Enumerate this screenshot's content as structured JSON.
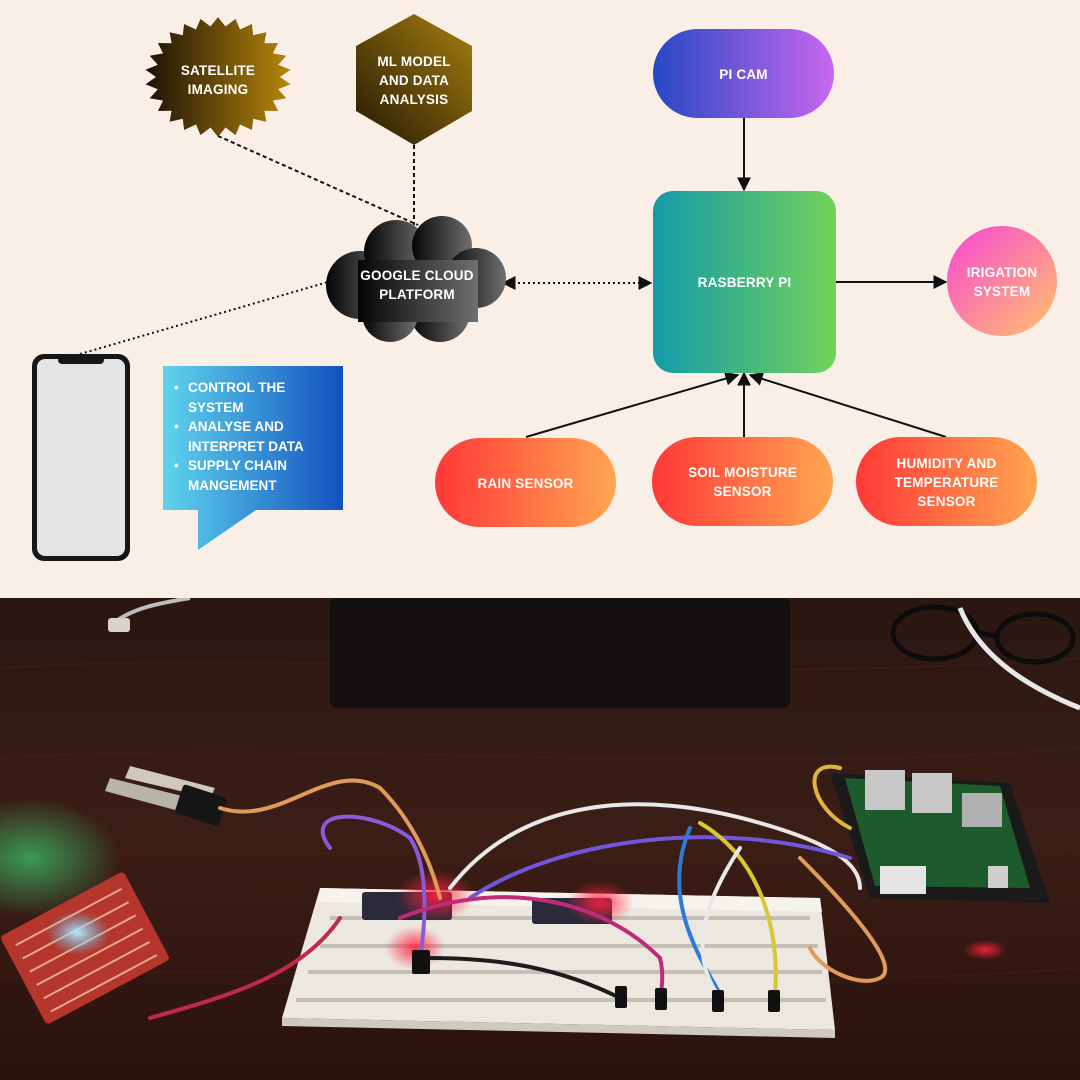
{
  "diagram": {
    "nodes": {
      "satellite": "SATELLITE\nIMAGING",
      "ml": "ML MODEL\nAND DATA\nANALYSIS",
      "cloud": "GOOGLE CLOUD\nPLATFORM",
      "picam": "PI CAM",
      "rpi": "RASBERRY PI",
      "irrigation": "IRIGATION\nSYSTEM",
      "rain": "RAIN SENSOR",
      "soil": "SOIL MOISTURE\nSENSOR",
      "humidity": "HUMIDITY AND\nTEMPERATURE\nSENSOR"
    },
    "bubble_items": [
      "CONTROL THE SYSTEM",
      "ANALYSE AND INTERPRET DATA",
      "SUPPLY CHAIN MANGEMENT"
    ],
    "colors": {
      "background": "#f9efe7",
      "satellite_gradient": [
        "#1b1106",
        "#b8860b"
      ],
      "ml_gradient": [
        "#2a1c05",
        "#a07a10"
      ],
      "cloud_gradient": [
        "#050505",
        "#6e6e6e"
      ],
      "picam_gradient": [
        "#2a49c8",
        "#c466ee"
      ],
      "rpi_gradient": [
        "#12a0a8",
        "#6fd25c"
      ],
      "irrigation_gradient": [
        "#f84dd2",
        "#ffc168"
      ],
      "sensor_gradient": [
        "#ff3d3d",
        "#ffa24f"
      ],
      "bubble_gradient": [
        "#5ad0ea",
        "#1558c0"
      ],
      "phone_screen": "#e4e4e4"
    }
  },
  "photo": {
    "description_icons": [
      "soil-moisture-probe",
      "rain-sensor-board",
      "breadboard",
      "raspberry-pi-board",
      "jumper-wires"
    ]
  }
}
